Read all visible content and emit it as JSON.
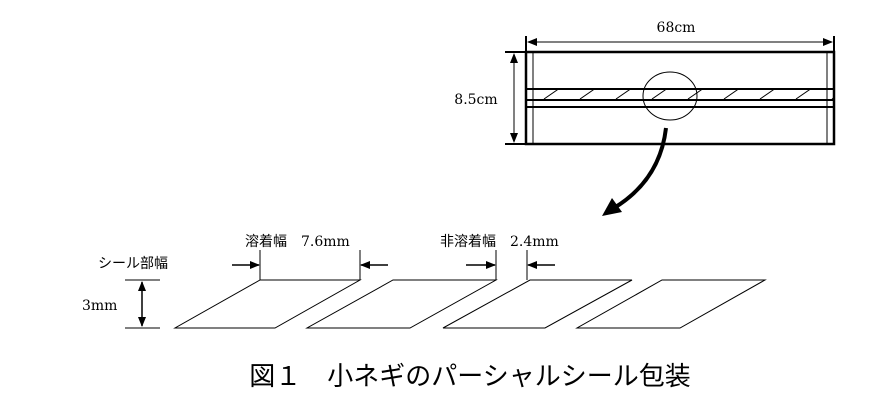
{
  "top_view": {
    "length_label": "68cm",
    "height_label": "8.5cm"
  },
  "detail_view": {
    "seal_width_label": "シール部幅",
    "seal_height_label": "3mm",
    "welded_width_label": "溶着幅　7.6mm",
    "non_welded_width_label": "非溶着幅　2.4mm"
  },
  "caption": "図１　小ネギのパーシャルシール包装"
}
